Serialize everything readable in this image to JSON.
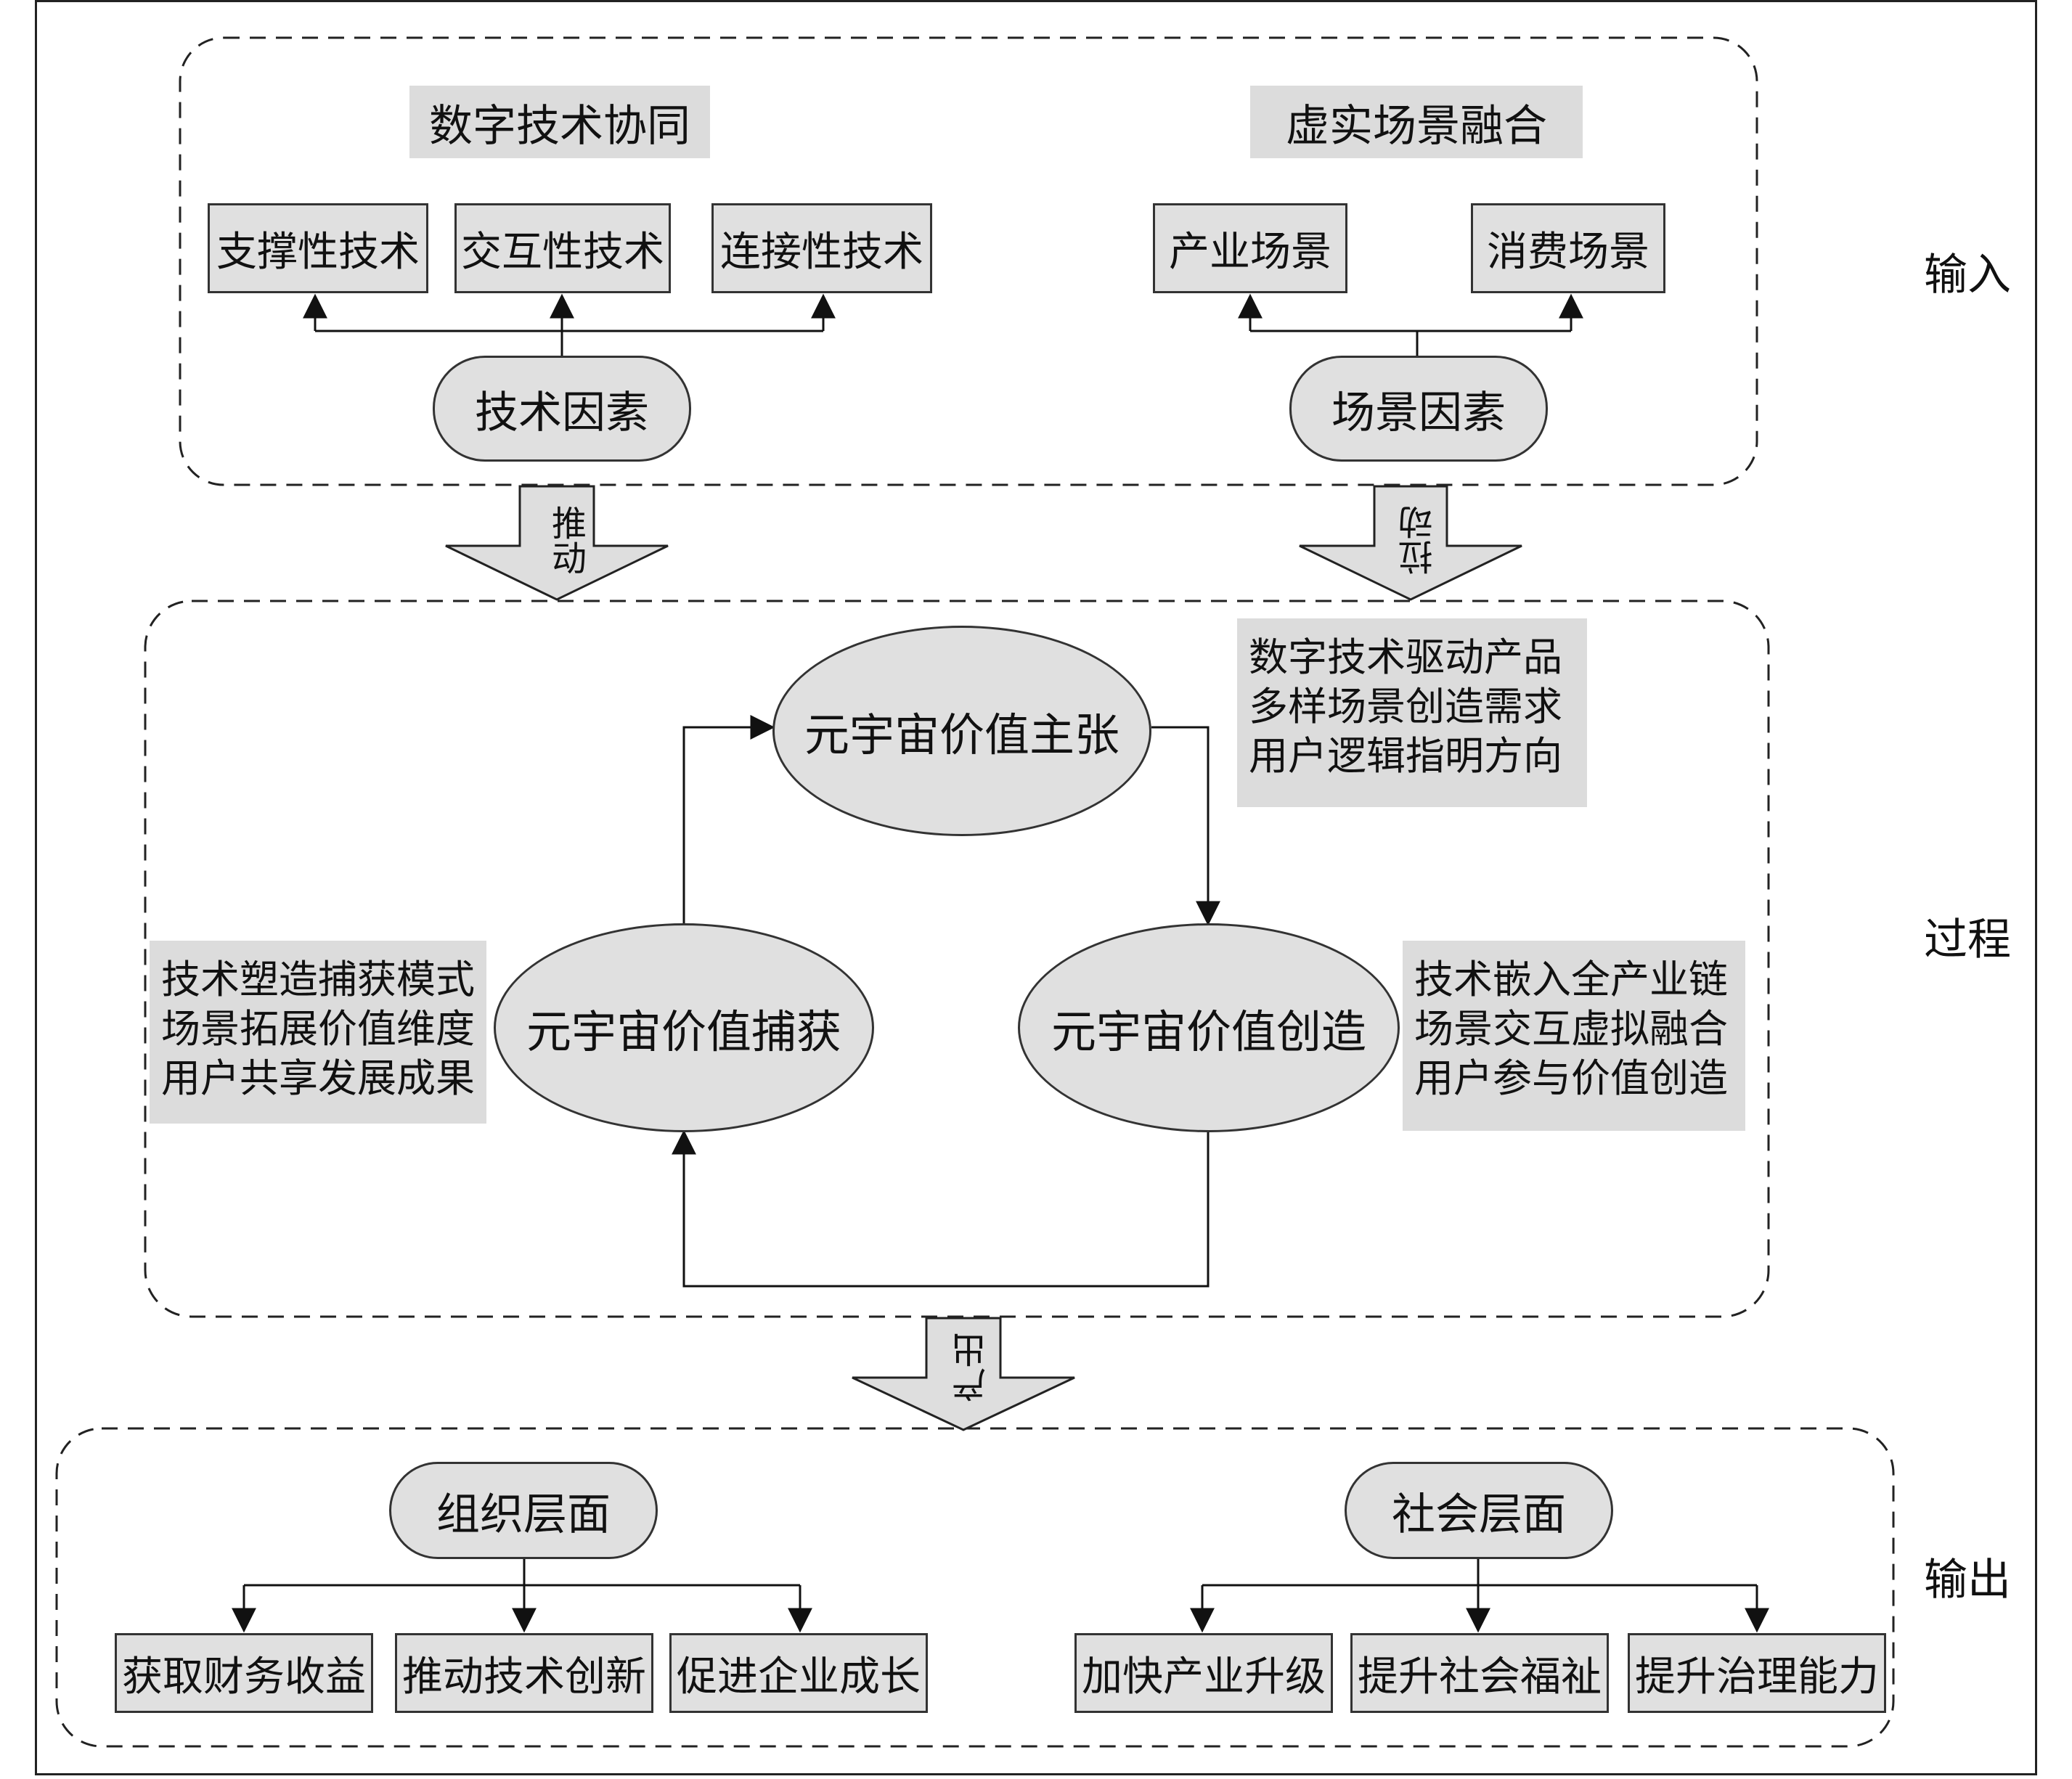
{
  "input": {
    "tech_group_title": "数字技术协同",
    "scene_group_title": "虚实场景融合",
    "tech_items": [
      "支撑性技术",
      "交互性技术",
      "连接性技术"
    ],
    "scene_items": [
      "产业场景",
      "消费场景"
    ],
    "tech_factor": "技术因素",
    "scene_factor": "场景因素"
  },
  "transitions": {
    "push": "推动",
    "pull": "拉动",
    "produce": "产出"
  },
  "process": {
    "proposition": "元宇宙价值主张",
    "creation": "元宇宙价值创造",
    "capture": "元宇宙价值捕获",
    "proposition_notes": [
      "数字技术驱动产品",
      "多样场景创造需求",
      "用户逻辑指明方向"
    ],
    "creation_notes": [
      "技术嵌入全产业链",
      "场景交互虚拟融合",
      "用户参与价值创造"
    ],
    "capture_notes": [
      "技术塑造捕获模式",
      "场景拓展价值维度",
      "用户共享发展成果"
    ]
  },
  "output": {
    "org_level": "组织层面",
    "society_level": "社会层面",
    "org_items": [
      "获取财务收益",
      "推动技术创新",
      "促进企业成长"
    ],
    "society_items": [
      "加快产业升级",
      "提升社会福祉",
      "提升治理能力"
    ]
  },
  "stage_labels": {
    "input": "输入",
    "process": "过程",
    "output": "输出"
  }
}
